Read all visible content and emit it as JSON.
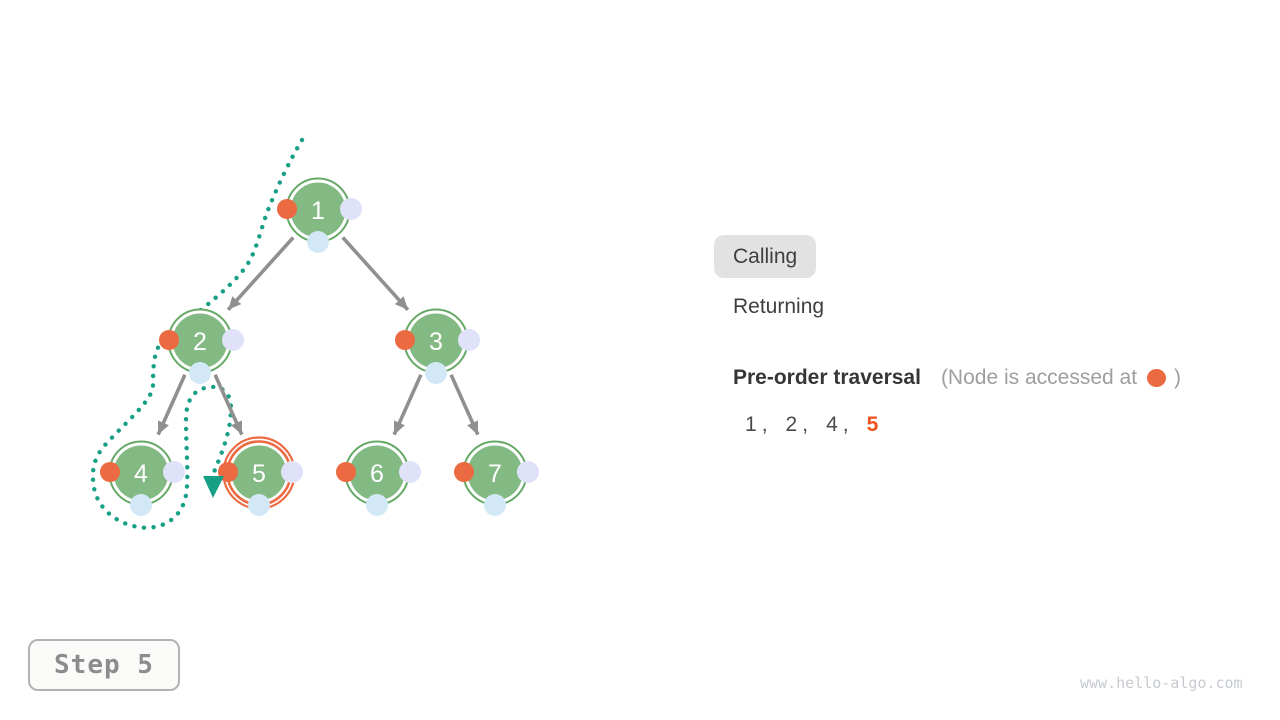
{
  "legend": {
    "calling": "Calling",
    "returning": "Returning"
  },
  "traversal": {
    "title": "Pre-order traversal",
    "note_prefix": "(Node is accessed at",
    "note_suffix": ")",
    "sequence": [
      "1",
      "2",
      "4",
      "5"
    ],
    "current_value": "5"
  },
  "tree": {
    "nodes": [
      {
        "value": "1",
        "state": "default"
      },
      {
        "value": "2",
        "state": "default"
      },
      {
        "value": "3",
        "state": "default"
      },
      {
        "value": "4",
        "state": "default"
      },
      {
        "value": "5",
        "state": "current"
      },
      {
        "value": "6",
        "state": "default"
      },
      {
        "value": "7",
        "state": "default"
      }
    ],
    "edges": [
      [
        "1",
        "2"
      ],
      [
        "1",
        "3"
      ],
      [
        "2",
        "4"
      ],
      [
        "2",
        "5"
      ],
      [
        "3",
        "6"
      ],
      [
        "3",
        "7"
      ]
    ]
  },
  "step": {
    "label": "Step 5"
  },
  "watermark": "www.hello-algo.com",
  "colors": {
    "node_fill": "#83b983",
    "node_ring": "#66a966",
    "accent_orange": "#ec6a41",
    "sequence_current": "#f0511f",
    "path_teal": "#17a086",
    "edge_gray": "#909090",
    "dot_lavender": "#dfe2f8",
    "dot_blue": "#d3e8f7"
  }
}
